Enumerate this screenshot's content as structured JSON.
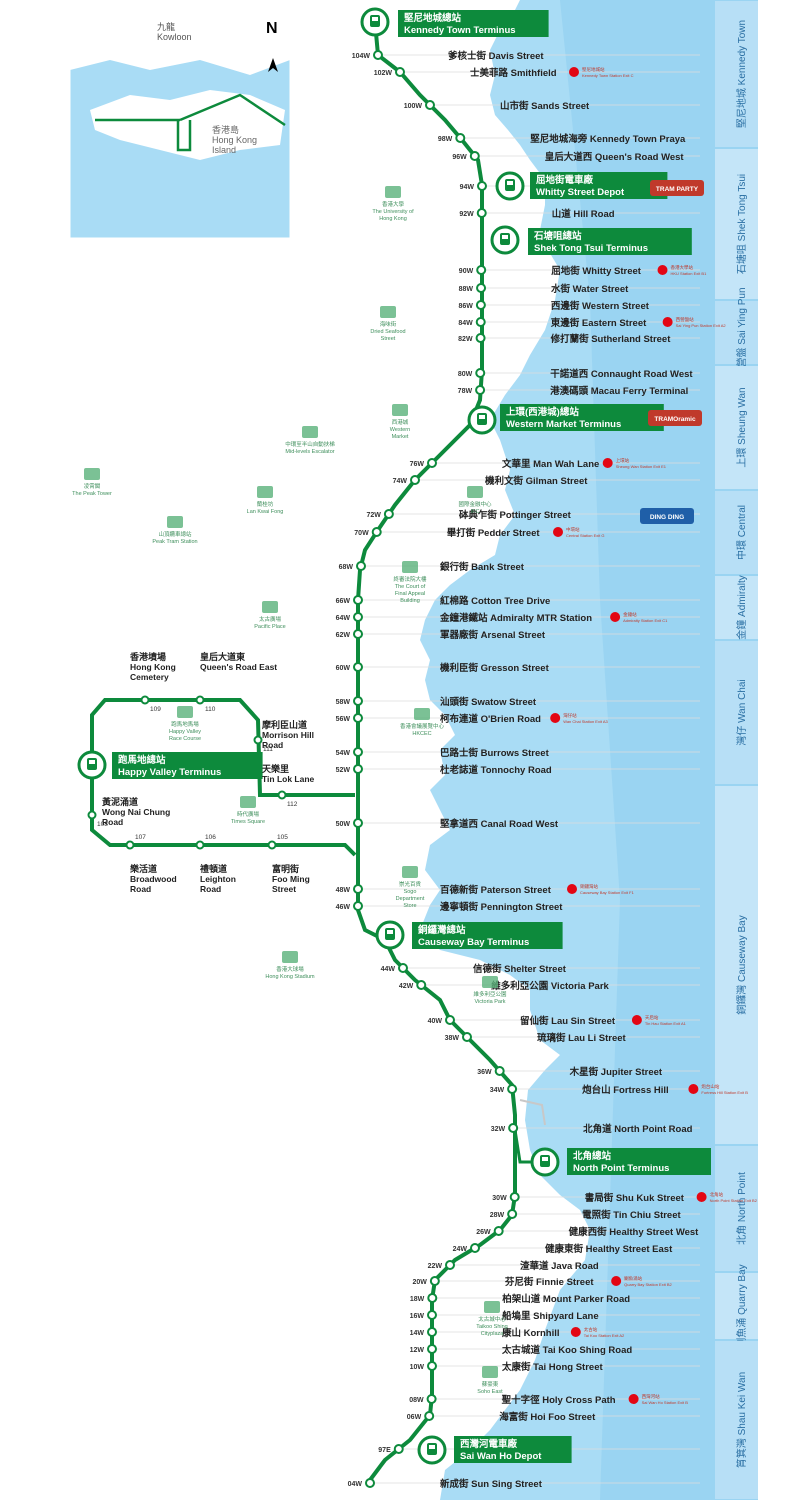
{
  "colors": {
    "line_green": "#0d8a3c",
    "sea_blue": "#a9dcf5",
    "sea_blue_dark": "#7fc6ee",
    "land": "#ffffff",
    "district_band": "#d8eefa",
    "station_marker": "#e30613",
    "landmark_green": "#5ab17a"
  },
  "inset": {
    "city": "九龍",
    "city_en": "Kowloon",
    "island": "香港島",
    "island_en1": "Hong Kong",
    "island_en2": "Island",
    "north": "N"
  },
  "districts": [
    {
      "zh": "堅尼地城",
      "en": "Kennedy Town"
    },
    {
      "zh": "石塘咀",
      "en": "Shek Tong Tsui"
    },
    {
      "zh": "西營盤",
      "en": "Sai Ying Pun"
    },
    {
      "zh": "上環",
      "en": "Sheung Wan"
    },
    {
      "zh": "中環",
      "en": "Central"
    },
    {
      "zh": "金鐘",
      "en": "Admiralty"
    },
    {
      "zh": "灣仔",
      "en": "Wan Chai"
    },
    {
      "zh": "銅鑼灣",
      "en": "Causeway Bay"
    },
    {
      "zh": "北角",
      "en": "North Point"
    },
    {
      "zh": "鰂魚涌",
      "en": "Quarry Bay"
    },
    {
      "zh": "筲箕灣",
      "en": "Shau Kei Wan"
    }
  ],
  "termini": [
    {
      "zh": "堅尼地城總站",
      "en": "Kennedy Town Terminus"
    },
    {
      "zh": "屈地街電車廠",
      "en": "Whitty Street Depot"
    },
    {
      "zh": "石塘咀總站",
      "en": "Shek Tong Tsui Terminus"
    },
    {
      "zh": "上環(西港城)總站",
      "en": "Western Market Terminus"
    },
    {
      "zh": "跑馬地總站",
      "en": "Happy Valley Terminus"
    },
    {
      "zh": "銅鑼灣總站",
      "en": "Causeway Bay Terminus"
    },
    {
      "zh": "北角總站",
      "en": "North Point Terminus"
    },
    {
      "zh": "西灣河電車廠",
      "en": "Sai Wan Ho Depot"
    }
  ],
  "stops": [
    {
      "code": "104W",
      "zh": "爹核士街",
      "en": "Davis Street"
    },
    {
      "code": "102W",
      "zh": "士美菲路",
      "en": "Smithfield",
      "mtr": "堅尼地城站",
      "mtr_en": "Kennedy Town Station Exit C"
    },
    {
      "code": "100W",
      "zh": "山市街",
      "en": "Sands Street"
    },
    {
      "code": "98W",
      "zh": "堅尼地城海旁",
      "en": "Kennedy Town Praya"
    },
    {
      "code": "96W",
      "zh": "皇后大道西",
      "en": "Queen's Road West"
    },
    {
      "code": "94W",
      "zh": "",
      "en": ""
    },
    {
      "code": "92W",
      "zh": "山道",
      "en": "Hill Road"
    },
    {
      "code": "90W",
      "zh": "屈地街",
      "en": "Whitty Street",
      "mtr": "香港大學站",
      "mtr_en": "HKU Station Exit B1"
    },
    {
      "code": "88W",
      "zh": "水街",
      "en": "Water Street"
    },
    {
      "code": "86W",
      "zh": "西邊街",
      "en": "Western Street"
    },
    {
      "code": "84W",
      "zh": "東邊街",
      "en": "Eastern Street",
      "mtr": "西營盤站",
      "mtr_en": "Sai Ying Pun Station Exit A2"
    },
    {
      "code": "82W",
      "zh": "修打蘭街",
      "en": "Sutherland Street"
    },
    {
      "code": "80W",
      "zh": "干諾道西",
      "en": "Connaught Road West"
    },
    {
      "code": "78W",
      "zh": "港澳碼頭",
      "en": "Macau Ferry Terminal"
    },
    {
      "code": "76W",
      "zh": "文華里",
      "en": "Man Wah Lane",
      "mtr": "上環站",
      "mtr_en": "Sheung Wan Station Exit E1"
    },
    {
      "code": "74W",
      "zh": "機利文街",
      "en": "Gilman Street"
    },
    {
      "code": "72W",
      "zh": "砵典乍街",
      "en": "Pottinger Street"
    },
    {
      "code": "70W",
      "zh": "畢打街",
      "en": "Pedder Street",
      "mtr": "中環站",
      "mtr_en": "Central Station Exit G"
    },
    {
      "code": "68W",
      "zh": "銀行街",
      "en": "Bank Street"
    },
    {
      "code": "66W",
      "zh": "紅棉路",
      "en": "Cotton Tree Drive"
    },
    {
      "code": "64W",
      "zh": "金鐘港鐵站",
      "en": "Admiralty MTR Station",
      "mtr": "金鐘站",
      "mtr_en": "Admiralty Station Exit C1"
    },
    {
      "code": "62W",
      "zh": "軍器廠街",
      "en": "Arsenal Street"
    },
    {
      "code": "60W",
      "zh": "機利臣街",
      "en": "Gresson Street"
    },
    {
      "code": "58W",
      "zh": "汕頭街",
      "en": "Swatow Street"
    },
    {
      "code": "56W",
      "zh": "柯布連道",
      "en": "O'Brien Road",
      "mtr": "灣仔站",
      "mtr_en": "Wan Chai Station Exit A3"
    },
    {
      "code": "54W",
      "zh": "巴路士街",
      "en": "Burrows Street"
    },
    {
      "code": "52W",
      "zh": "杜老誌道",
      "en": "Tonnochy Road"
    },
    {
      "code": "50W",
      "zh": "堅拿道西",
      "en": "Canal Road West"
    },
    {
      "code": "48W",
      "zh": "百德新街",
      "en": "Paterson Street",
      "mtr": "銅鑼灣站",
      "mtr_en": "Causeway Bay Station Exit F1"
    },
    {
      "code": "46W",
      "zh": "邊寧頓街",
      "en": "Pennington Street"
    },
    {
      "code": "44W",
      "zh": "信德街",
      "en": "Shelter Street"
    },
    {
      "code": "42W",
      "zh": "維多利亞公園",
      "en": "Victoria Park"
    },
    {
      "code": "40W",
      "zh": "留仙街",
      "en": "Lau Sin Street",
      "mtr": "天后站",
      "mtr_en": "Tin Hau Station Exit A1"
    },
    {
      "code": "38W",
      "zh": "琉璃街",
      "en": "Lau Li Street"
    },
    {
      "code": "36W",
      "zh": "木星街",
      "en": "Jupiter Street"
    },
    {
      "code": "34W",
      "zh": "炮台山",
      "en": "Fortress Hill",
      "mtr": "炮台山站",
      "mtr_en": "Fortress Hill Station Exit B"
    },
    {
      "code": "32W",
      "zh": "北角道",
      "en": "North Point Road"
    },
    {
      "code": "30W",
      "zh": "書局街",
      "en": "Shu Kuk Street",
      "mtr": "北角站",
      "mtr_en": "North Point Station Exit B2"
    },
    {
      "code": "28W",
      "zh": "電照街",
      "en": "Tin Chiu Street"
    },
    {
      "code": "26W",
      "zh": "健康西街",
      "en": "Healthy Street West"
    },
    {
      "code": "24W",
      "zh": "健康東街",
      "en": "Healthy Street East"
    },
    {
      "code": "22W",
      "zh": "渣華道",
      "en": "Java Road"
    },
    {
      "code": "20W",
      "zh": "芬尼街",
      "en": "Finnie Street",
      "mtr": "鰂魚涌站",
      "mtr_en": "Quarry Bay Station Exit B2"
    },
    {
      "code": "18W",
      "zh": "柏架山道",
      "en": "Mount Parker Road"
    },
    {
      "code": "16W",
      "zh": "船塢里",
      "en": "Shipyard Lane"
    },
    {
      "code": "14W",
      "zh": "康山",
      "en": "Kornhill",
      "mtr": "太古站",
      "mtr_en": "Tai Koo Station Exit A2"
    },
    {
      "code": "12W",
      "zh": "太古城道",
      "en": "Tai Koo Shing Road"
    },
    {
      "code": "10W",
      "zh": "太康街",
      "en": "Tai Hong Street"
    },
    {
      "code": "08W",
      "zh": "聖十字徑",
      "en": "Holy Cross Path",
      "mtr": "西灣河站",
      "mtr_en": "Sai Wan Ho Station Exit B"
    },
    {
      "code": "06W",
      "zh": "海富街",
      "en": "Hoi Foo Street"
    },
    {
      "code": "97E",
      "zh": "",
      "en": ""
    },
    {
      "code": "04W",
      "zh": "新成街",
      "en": "Sun Sing Street"
    }
  ],
  "loop_stops": [
    {
      "code": "109",
      "zh": "香港墳場",
      "en1": "Hong Kong",
      "en2": "Cemetery"
    },
    {
      "code": "110",
      "zh": "皇后大道東",
      "en1": "Queen's Road East",
      "en2": ""
    },
    {
      "code": "111",
      "zh": "摩利臣山道",
      "en1": "Morrison Hill",
      "en2": "Road"
    },
    {
      "code": "112",
      "zh": "天樂里",
      "en1": "Tin Lok Lane",
      "en2": ""
    },
    {
      "code": "108",
      "zh": "黃泥涌道",
      "en1": "Wong Nai Chung",
      "en2": "Road"
    },
    {
      "code": "107",
      "zh": "樂活道",
      "en1": "Broadwood",
      "en2": "Road"
    },
    {
      "code": "106",
      "zh": "禮頓道",
      "en1": "Leighton",
      "en2": "Road"
    },
    {
      "code": "105",
      "zh": "富明街",
      "en1": "Foo Ming",
      "en2": "Street"
    }
  ],
  "landmarks": [
    {
      "zh": "香港大學",
      "en1": "The University of",
      "en2": "Hong Kong"
    },
    {
      "zh": "海味街",
      "en1": "Dried Seafood",
      "en2": "Street"
    },
    {
      "zh": "西港城",
      "en1": "Western",
      "en2": "Market"
    },
    {
      "zh": "中環至半山自動扶梯",
      "en1": "Mid-levels Escalator",
      "en2": ""
    },
    {
      "zh": "凌霄閣",
      "en1": "The Peak Tower",
      "en2": ""
    },
    {
      "zh": "蘭桂坊",
      "en1": "Lan Kwai Fong",
      "en2": ""
    },
    {
      "zh": "山頂纜車總站",
      "en1": "Peak Tram Station",
      "en2": ""
    },
    {
      "zh": "國際金融中心",
      "en1": "IFC",
      "en2": ""
    },
    {
      "zh": "終審法院大樓",
      "en1": "The Court of",
      "en2": "Final Appeal",
      "en3": "Building"
    },
    {
      "zh": "太古廣場",
      "en1": "Pacific Place",
      "en2": ""
    },
    {
      "zh": "跑馬地馬場",
      "en1": "Happy Valley",
      "en2": "Race Course"
    },
    {
      "zh": "香港會議展覽中心",
      "en1": "HKCEC",
      "en2": ""
    },
    {
      "zh": "時代廣場",
      "en1": "Times Square",
      "en2": ""
    },
    {
      "zh": "崇光百貨",
      "en1": "Sogo",
      "en2": "Department",
      "en3": "Store"
    },
    {
      "zh": "香港大球場",
      "en1": "Hong Kong Stadium",
      "en2": ""
    },
    {
      "zh": "維多利亞公園",
      "en1": "Victoria Park",
      "en2": ""
    },
    {
      "zh": "太古城中心",
      "en1": "Taikoo Shing",
      "en2": "Cityplaza"
    },
    {
      "zh": "蘇豪東",
      "en1": "Soho East",
      "en2": ""
    }
  ],
  "badges": {
    "tram_party": "TRAM PARTY",
    "tram_oramic": "TRAMOramic",
    "ding_ding": "DING DING"
  }
}
